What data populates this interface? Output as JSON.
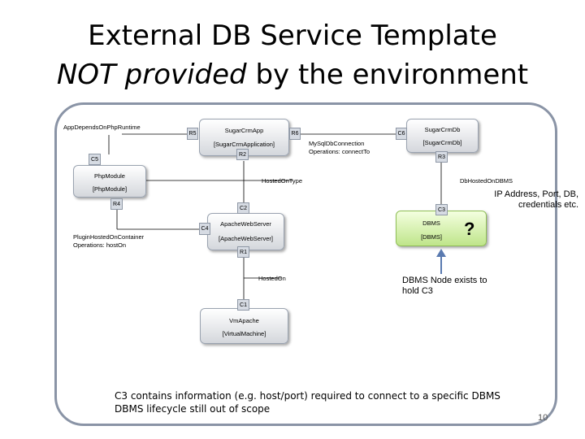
{
  "title": {
    "line1": "External DB Service Template",
    "line2_italic": "NOT provided",
    "line2_rest": " by the environment"
  },
  "labels": {
    "app_depends": "AppDependsOnPhpRuntime",
    "hosted_on_type": "HostedOnType",
    "db_hosted_on_dbms": "DbHostedOnDBMS",
    "plugin_hosted": "PluginHostedOnContainer",
    "plugin_ops": "Operations: hostOn",
    "mysql_conn": "MySqlDbConnection",
    "mysql_ops": "Operations: connectTo",
    "hosted_on": "HostedOn"
  },
  "nodes": {
    "sugarcrm_app": {
      "name": "SugarCrmApp",
      "type": "[SugarCrmApplication]"
    },
    "sugarcrm_db": {
      "name": "SugarCrmDb",
      "type": "[SugarCrmDb]"
    },
    "php_module": {
      "name": "PhpModule",
      "type": "[PhpModule]"
    },
    "apache_web_server": {
      "name": "ApacheWebServer",
      "type": "[ApacheWebServer]"
    },
    "dbms": {
      "name": "DBMS",
      "type": "[DBMS]"
    },
    "vm_apache": {
      "name": "VmApache",
      "type": "[VirtualMachine]"
    }
  },
  "ports": {
    "r5": "R5",
    "r6": "R6",
    "r2": "R2",
    "c6": "C6",
    "r3": "R3",
    "c5": "C5",
    "r4": "R4",
    "c2": "C2",
    "c3": "C3",
    "c4": "C4",
    "r1": "R1",
    "c1": "C1"
  },
  "annotations": {
    "dbms_props": "IP Address, Port, DB, credentials etc.",
    "dbms_node": "DBMS Node exists to hold C3",
    "question_mark": "?"
  },
  "bottom": {
    "line1": "C3 contains information (e.g. host/port) required to connect to a specific DBMS",
    "line2": "DBMS lifecycle still out of scope"
  },
  "page_number": "10",
  "colors": {
    "frame": "#8a94a6",
    "dbms_fill": "#bfe58a",
    "arrow": "#5a7ab0"
  }
}
